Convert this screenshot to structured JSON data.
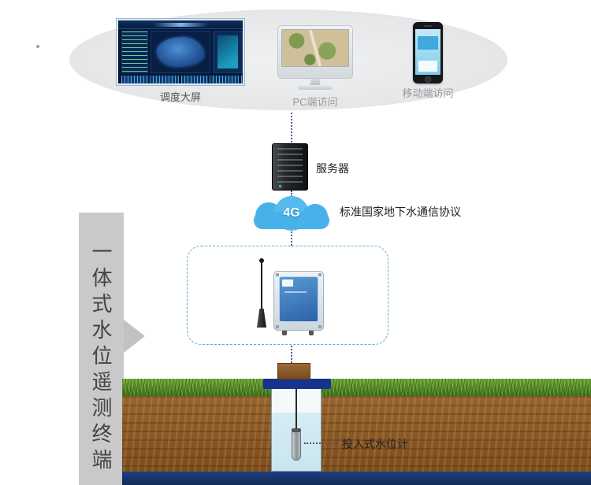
{
  "diagram": {
    "platform": {
      "big_screen_label": "调度大屏",
      "pc_label": "PC端访问",
      "mobile_label": "移动端访问"
    },
    "server": {
      "label": "服务器"
    },
    "network": {
      "cloud_label": "4G",
      "protocol_label": "标准国家地下水通信协议"
    },
    "terminal": {
      "band_label": "一体式水位遥测终端"
    },
    "sensor": {
      "label": "投入式水位计"
    },
    "colors": {
      "cloud_blue": "#47b2e9",
      "well_cap_blue": "#16338f",
      "soil_brown": "#8a5a28",
      "grass_green": "#4e8a22",
      "groundwater_navy": "#16356e",
      "band_gray": "#c9c9c9",
      "dashed_border_blue": "#5fa8d4"
    }
  }
}
